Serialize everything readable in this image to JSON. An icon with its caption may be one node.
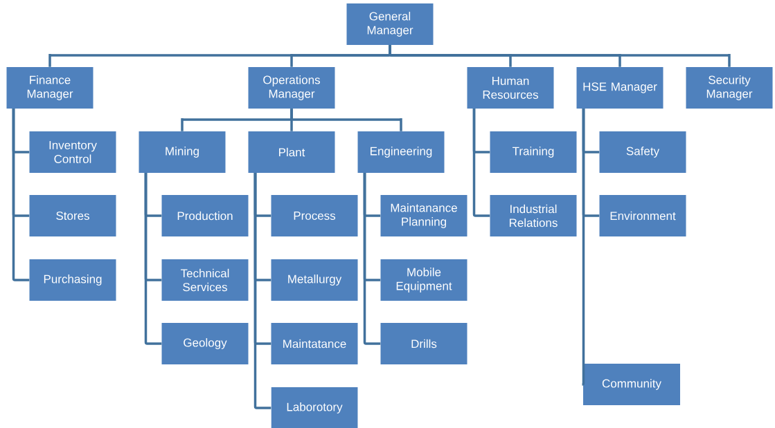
{
  "diagram": {
    "nodes": [
      {
        "text": [
          "General Manager"
        ]
      },
      {
        "text": [
          "Finance Manager"
        ]
      },
      {
        "text": [
          "Operations Manager"
        ]
      },
      {
        "text": [
          "Human Resources"
        ]
      },
      {
        "text": [
          "HSE Manager"
        ]
      },
      {
        "text": [
          "Security Manager"
        ]
      },
      {
        "text": [
          "Inventory Control"
        ]
      },
      {
        "text": [
          "Stores"
        ]
      },
      {
        "text": [
          "Purchasing"
        ]
      },
      {
        "text": [
          "Mining"
        ]
      },
      {
        "text": [
          "Plant"
        ]
      },
      {
        "text": [
          "Engineering"
        ]
      },
      {
        "text": [
          "Production"
        ]
      },
      {
        "text": [
          "Technical Services"
        ]
      },
      {
        "text": [
          "Geology"
        ]
      },
      {
        "text": [
          "Process"
        ]
      },
      {
        "text": [
          "Metallurgy"
        ]
      },
      {
        "text": [
          "Maintatance"
        ]
      },
      {
        "text": [
          "Laborotory"
        ]
      },
      {
        "text": [
          "Maintanance Planning"
        ]
      },
      {
        "text": [
          "Mobile Equipment"
        ]
      },
      {
        "text": [
          "Drills"
        ]
      },
      {
        "text": [
          "Training"
        ]
      },
      {
        "text": [
          "Industrial Relations"
        ]
      },
      {
        "text": [
          "Safety"
        ]
      },
      {
        "text": [
          "Environment"
        ]
      },
      {
        "text": [
          "Community"
        ]
      }
    ],
    "edges": [
      {
        "from": 0,
        "to": 1,
        "arrow": "none"
      },
      {
        "from": 0,
        "to": 2,
        "arrow": "none"
      },
      {
        "from": 0,
        "to": 3,
        "arrow": "none"
      },
      {
        "from": 0,
        "to": 4,
        "arrow": "none"
      },
      {
        "from": 0,
        "to": 5,
        "arrow": "none"
      },
      {
        "from": 1,
        "to": 6,
        "arrow": "none"
      },
      {
        "from": 1,
        "to": 7,
        "arrow": "none"
      },
      {
        "from": 1,
        "to": 8,
        "arrow": "none"
      },
      {
        "from": 2,
        "to": 9,
        "arrow": "none"
      },
      {
        "from": 2,
        "to": 10,
        "arrow": "none"
      },
      {
        "from": 2,
        "to": 11,
        "arrow": "none"
      },
      {
        "from": 9,
        "to": 12,
        "arrow": "none"
      },
      {
        "from": 9,
        "to": 13,
        "arrow": "none"
      },
      {
        "from": 9,
        "to": 14,
        "arrow": "none"
      },
      {
        "from": 10,
        "to": 15,
        "arrow": "none"
      },
      {
        "from": 10,
        "to": 16,
        "arrow": "none"
      },
      {
        "from": 10,
        "to": 17,
        "arrow": "none"
      },
      {
        "from": 10,
        "to": 18,
        "arrow": "none"
      },
      {
        "from": 11,
        "to": 19,
        "arrow": "none"
      },
      {
        "from": 11,
        "to": 20,
        "arrow": "none"
      },
      {
        "from": 11,
        "to": 21,
        "arrow": "none"
      },
      {
        "from": 3,
        "to": 22,
        "arrow": "none"
      },
      {
        "from": 3,
        "to": 23,
        "arrow": "none"
      },
      {
        "from": 4,
        "to": 24,
        "arrow": "none"
      },
      {
        "from": 4,
        "to": 25,
        "arrow": "none"
      },
      {
        "from": 4,
        "to": 26,
        "arrow": "none"
      }
    ]
  }
}
